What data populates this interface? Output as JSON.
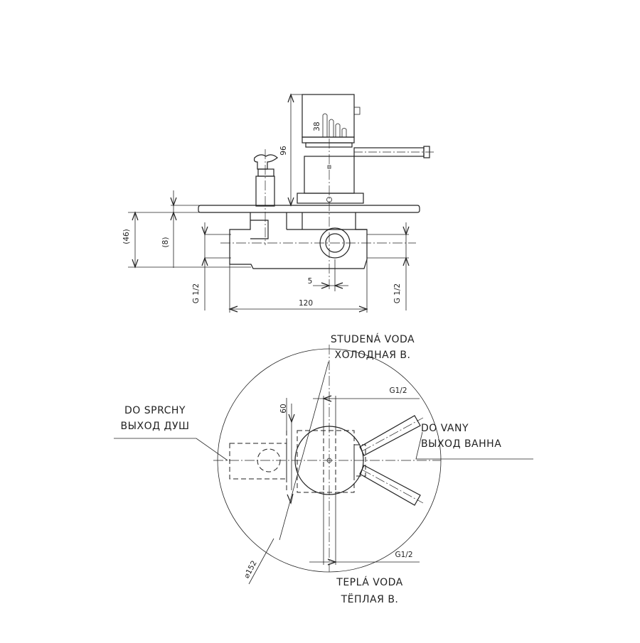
{
  "labels": {
    "cold_line1": "STUDENÁ VODA",
    "cold_line2": "ХОЛОДНАЯ В.",
    "hot_line1": "TEPLÁ VODA",
    "hot_line2": "ТЁПЛАЯ В.",
    "shower_line1": "DO SPRCHY",
    "shower_line2": "ВЫХОД ДУШ",
    "bath_line1": "DO VANY",
    "bath_line2": "ВЫХОД ВАННА"
  },
  "dimensions": {
    "d96": "96",
    "d38": "38",
    "d46": "(46)",
    "d8": "(8)",
    "d5": "5",
    "d120": "120",
    "g_left": "G 1/2",
    "g_right": "G 1/2",
    "g_top": "G1/2",
    "g_bottom": "G1/2",
    "d60": "60",
    "diameter": "⌀152"
  }
}
